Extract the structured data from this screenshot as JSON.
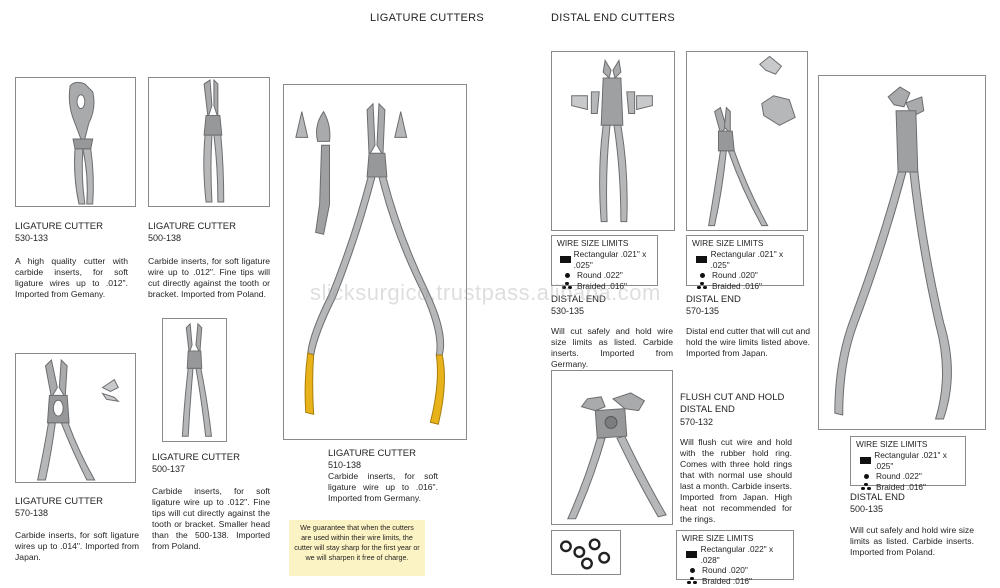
{
  "headings": {
    "ligature": "LIGATURE CUTTERS",
    "distal": "DISTAL END CUTTERS"
  },
  "watermark": "slicksurgico.trustpass.alibaba.com",
  "products": {
    "p530_133": {
      "title": "LIGATURE CUTTER",
      "code": "530-133",
      "desc": "A high quality cutter with carbide inserts, for soft ligature wires up to .012\". Imported from Gemany."
    },
    "p500_138": {
      "title": "LIGATURE CUTTER",
      "code": "500-138",
      "desc": "Carbide inserts, for soft ligature wire up to .012\". Fine tips will cut directly against the tooth or bracket. Imported from Poland."
    },
    "p570_138": {
      "title": "LIGATURE CUTTER",
      "code": "570-138",
      "desc": "Carbide inserts, for soft ligature wires up to .014\". Imported from Japan."
    },
    "p500_137": {
      "title": "LIGATURE CUTTER",
      "code": "500-137",
      "desc": "Carbide inserts, for soft ligature wire up to .012\". Fine tips will cut directly against the tooth or bracket. Smaller head than the 500-138. Imported from Poland."
    },
    "p510_138": {
      "title": "LIGATURE CUTTER",
      "code": "510-138",
      "desc": "Carbide inserts, for soft ligature wire up to .016\". Imported from Germany."
    },
    "p530_135": {
      "title": "DISTAL END",
      "code": "530-135",
      "desc": "Will cut safely and hold wire size limits as listed. Carbide inserts. Imported from Germany.",
      "wsl_header": "WIRE SIZE LIMITS",
      "wsl": [
        "Rectangular .021\" x .025\"",
        "Round .022\"",
        "Braided .016\""
      ]
    },
    "p570_135": {
      "title": "DISTAL END",
      "code": "570-135",
      "desc": "Distal end cutter that will cut and hold the wire limits listed above. Imported from Japan.",
      "wsl_header": "WIRE SIZE LIMITS",
      "wsl": [
        "Rectangular .021\" x .025\"",
        "Round .020\"",
        "Braided .016\""
      ]
    },
    "p570_132": {
      "title": "FLUSH CUT AND HOLD DISTAL END",
      "code": "570-132",
      "desc": "Will flush cut wire and hold with the rubber hold ring. Comes with three hold rings that with normal use should last a month. Carbide inserts. Imported from Japan. High heat not recommended for the rings.",
      "wsl_header": "WIRE SIZE LIMITS",
      "wsl": [
        "Rectangular .022\" x .028\"",
        "Round .020\"",
        "Braided .016\""
      ]
    },
    "p500_135": {
      "title": "DISTAL END",
      "code": "500-135",
      "desc": "Will cut safely and hold wire size limits as listed. Carbide inserts. Imported from Poland.",
      "wsl_header": "WIRE SIZE LIMITS",
      "wsl": [
        "Rectangular .021\" x .025\"",
        "Round .022\"",
        "Braided .016\""
      ]
    }
  },
  "guarantee": "We guarantee that when the cutters are used within their wire limits, the cutter will stay sharp for the first year or we will sharpen it free of charge.",
  "colors": {
    "steel": "#a9aaac",
    "steel_dark": "#6b6c6e",
    "gold": "#e8b21a",
    "guarantee_bg": "#fbf3c4"
  }
}
